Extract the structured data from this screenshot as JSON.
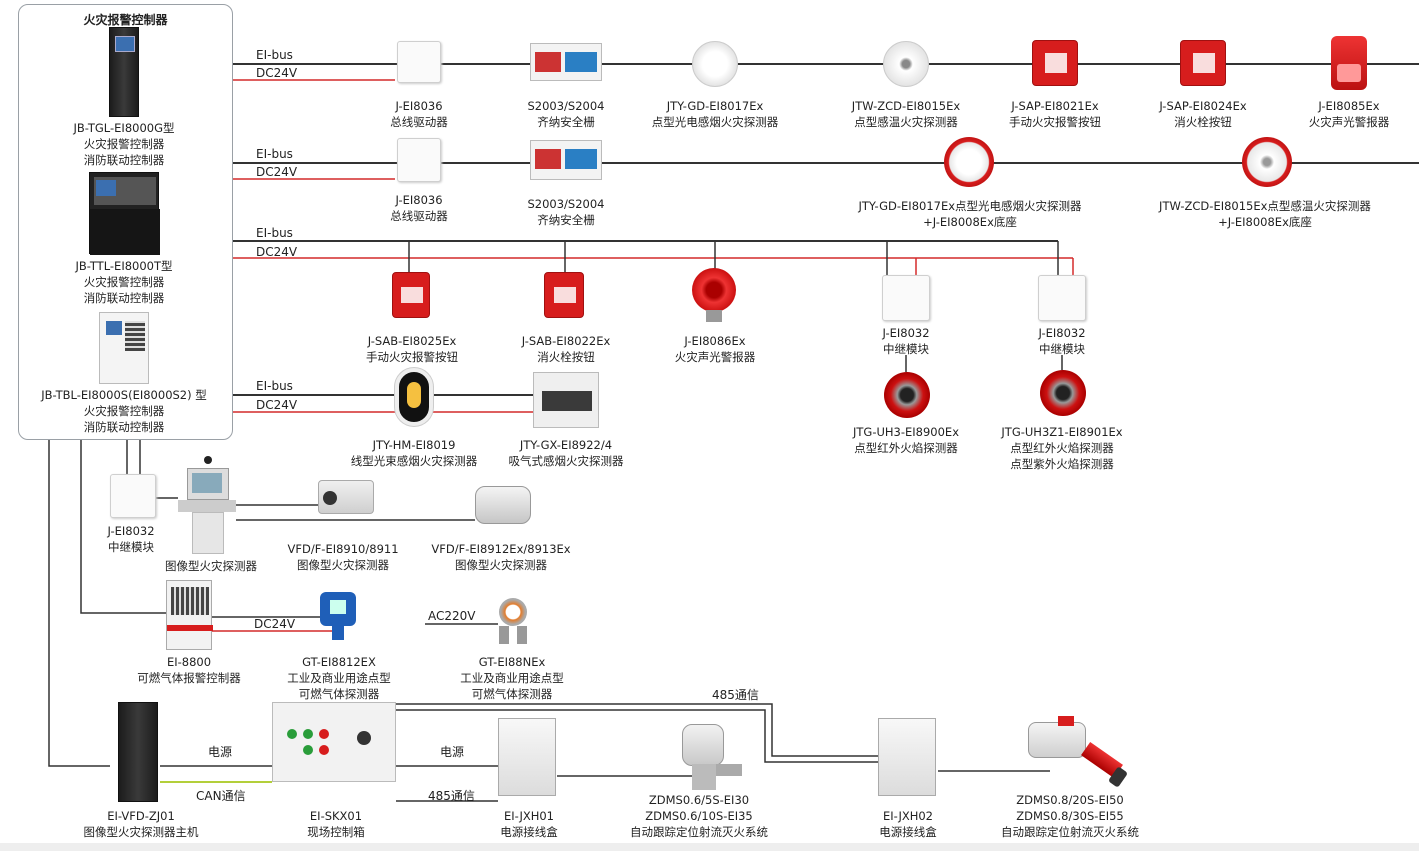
{
  "panel": {
    "title": "火灾报警控制器",
    "controllers": [
      {
        "lines": [
          "JB-TGL-EI8000G型",
          "火灾报警控制器",
          "消防联动控制器"
        ]
      },
      {
        "lines": [
          "JB-TTL-EI8000T型",
          "火灾报警控制器",
          "消防联动控制器"
        ]
      },
      {
        "lines": [
          "JB-TBL-EI8000S(EI8000S2) 型",
          "火灾报警控制器",
          "消防联动控制器"
        ]
      }
    ]
  },
  "wire_labels": {
    "ei_bus": "EI-bus",
    "dc24v": "DC24V",
    "ac220v": "AC220V",
    "power": "电源",
    "can": "CAN通信",
    "rs485": "485通信"
  },
  "colors": {
    "bus": "#333333",
    "dc24v": "#d42a2a",
    "can": "#a8c81e",
    "accent": "#d71d1d"
  },
  "devices": {
    "bus_driver_1": [
      "J-EI8036",
      "总线驱动器"
    ],
    "barrier_1": [
      "S2003/S2004",
      "齐纳安全栅"
    ],
    "smoke_1": [
      "JTY-GD-EI8017Ex",
      "点型光电感烟火灾探测器"
    ],
    "heat_1": [
      "JTW-ZCD-EI8015Ex",
      "点型感温火灾探测器"
    ],
    "manual_1": [
      "J-SAP-EI8021Ex",
      "手动火灾报警按钮"
    ],
    "hydrant_1": [
      "J-SAP-EI8024Ex",
      "消火栓按钮"
    ],
    "sounder_1": [
      "J-EI8085Ex",
      "火灾声光警报器"
    ],
    "bus_driver_2": [
      "J-EI8036",
      "总线驱动器"
    ],
    "barrier_2": [
      "S2003/S2004",
      "齐纳安全栅"
    ],
    "smoke_2": [
      "JTY-GD-EI8017Ex点型光电感烟火灾探测器",
      "+J-EI8008Ex底座"
    ],
    "heat_2": [
      "JTW-ZCD-EI8015Ex点型感温火灾探测器",
      "+J-EI8008Ex底座"
    ],
    "manual_2": [
      "J-SAB-EI8025Ex",
      "手动火灾报警按钮"
    ],
    "hydrant_2": [
      "J-SAB-EI8022Ex",
      "消火栓按钮"
    ],
    "sounder_2": [
      "J-EI8086Ex",
      "火灾声光警报器"
    ],
    "relay_1": [
      "J-EI8032",
      "中继模块"
    ],
    "relay_2": [
      "J-EI8032",
      "中继模块"
    ],
    "flame_1": [
      "JTG-UH3-EI8900Ex",
      "点型红外火焰探测器"
    ],
    "flame_2": [
      "JTG-UH3Z1-EI8901Ex",
      "点型红外火焰探测器",
      "点型紫外火焰探测器"
    ],
    "beam": [
      "JTY-HM-EI8019",
      "线型光束感烟火灾探测器"
    ],
    "aspirating": [
      "JTY-GX-EI8922/4",
      "吸气式感烟火灾探测器"
    ],
    "relay_3": [
      "J-EI8032",
      "中继模块"
    ],
    "image_console": [
      "图像型火灾探测器"
    ],
    "image_cam_1": [
      "VFD/F-EI8910/8911",
      "图像型火灾探测器"
    ],
    "image_cam_2": [
      "VFD/F-EI8912Ex/8913Ex",
      "图像型火灾探测器"
    ],
    "gas_controller": [
      "EI-8800",
      "可燃气体报警控制器"
    ],
    "gas_det_1": [
      "GT-EI8812EX",
      "工业及商业用途点型",
      "可燃气体探测器"
    ],
    "gas_det_2": [
      "GT-EI88NEx",
      "工业及商业用途点型",
      "可燃气体探测器"
    ],
    "vfd_host": [
      "EI-VFD-ZJ01",
      "图像型火灾探测器主机"
    ],
    "skx": [
      "EI-SKX01",
      "现场控制箱"
    ],
    "jxh01": [
      "EI-JXH01",
      "电源接线盒"
    ],
    "zdms_1": [
      "ZDMS0.6/5S-EI30",
      "ZDMS0.6/10S-EI35",
      "自动跟踪定位射流灭火系统"
    ],
    "jxh02": [
      "EI-JXH02",
      "电源接线盒"
    ],
    "zdms_2": [
      "ZDMS0.8/20S-EI50",
      "ZDMS0.8/30S-EI55",
      "自动跟踪定位射流灭火系统"
    ]
  }
}
